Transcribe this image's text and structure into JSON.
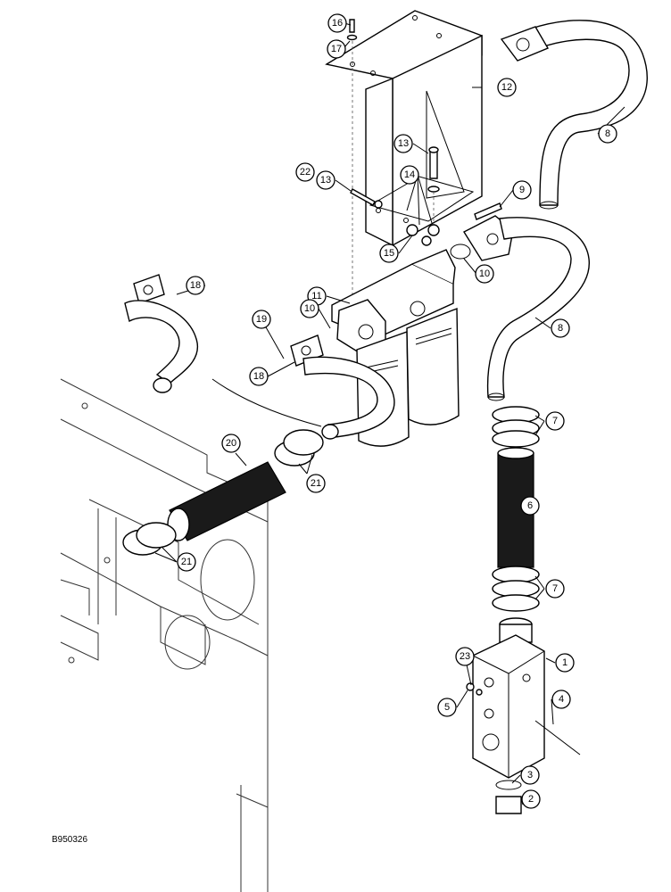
{
  "figure_code": "B950326",
  "callouts": [
    "16",
    "17",
    "12",
    "8",
    "13",
    "22",
    "13",
    "14",
    "9",
    "15",
    "10",
    "18",
    "11",
    "10",
    "8",
    "19",
    "18",
    "7",
    "20",
    "21",
    "6",
    "21",
    "7",
    "23",
    "1",
    "5",
    "4",
    "3",
    "2"
  ]
}
